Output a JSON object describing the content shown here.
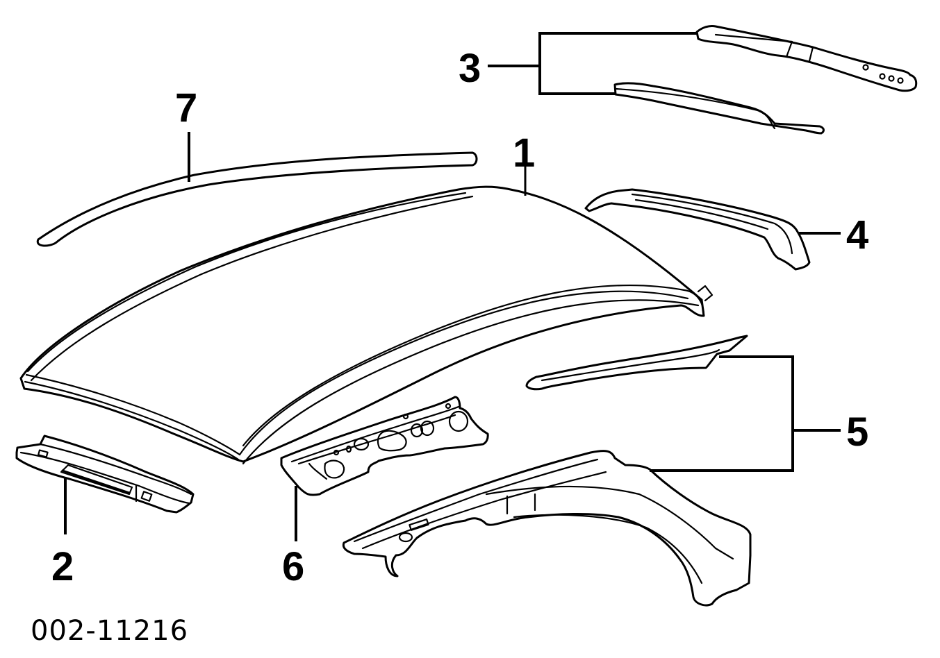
{
  "diagram": {
    "type": "exploded-parts-diagram",
    "subject": "roof and related panels",
    "figure_number": "002-11216",
    "callouts": [
      {
        "id": "1",
        "label": "1",
        "part": "roof-panel"
      },
      {
        "id": "2",
        "label": "2",
        "part": "front-header-panel"
      },
      {
        "id": "3",
        "label": "3",
        "part": "roof-rail-pair"
      },
      {
        "id": "4",
        "label": "4",
        "part": "roof-bow-rail"
      },
      {
        "id": "5",
        "label": "5",
        "part": "wheelhouse-and-quarter-inner-pair"
      },
      {
        "id": "6",
        "label": "6",
        "part": "rear-header-panel"
      },
      {
        "id": "7",
        "label": "7",
        "part": "roof-drip-molding"
      }
    ],
    "colors": {
      "line": "#000000",
      "background": "#ffffff"
    }
  }
}
